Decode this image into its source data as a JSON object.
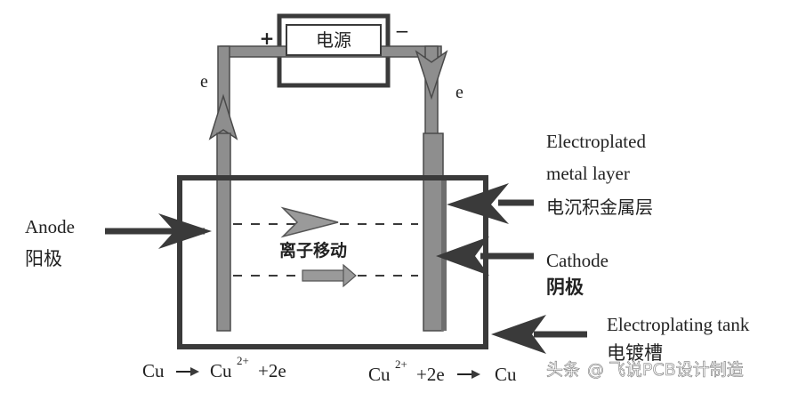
{
  "power_supply": {
    "label": "电源",
    "positive": "+",
    "negative": "−"
  },
  "electrons": {
    "left": "e",
    "right": "e"
  },
  "ion_migration": "离子移动",
  "labels": {
    "anode_en": "Anode",
    "anode_cn": "阳极",
    "metal_layer_en_1": "Electroplated",
    "metal_layer_en_2": "metal layer",
    "metal_layer_cn": "电沉积金属层",
    "cathode_en": "Cathode",
    "cathode_cn": "阴极",
    "tank_en": "Electroplating tank",
    "tank_cn": "电镀槽"
  },
  "reactions": {
    "anode_reactant": "Cu",
    "anode_product": "Cu",
    "anode_charge": "2+",
    "anode_tail": "+2e",
    "cathode_reactant": "Cu",
    "cathode_charge": "2+",
    "cathode_mid": "+2e",
    "cathode_product": "Cu"
  },
  "watermark": {
    "prefix": "头条",
    "at": "@",
    "account": "飞说PCB设计制造"
  },
  "colors": {
    "line": "#3a3a3a",
    "electrode": "#8e8e8e",
    "watermark": "#ffffff"
  }
}
